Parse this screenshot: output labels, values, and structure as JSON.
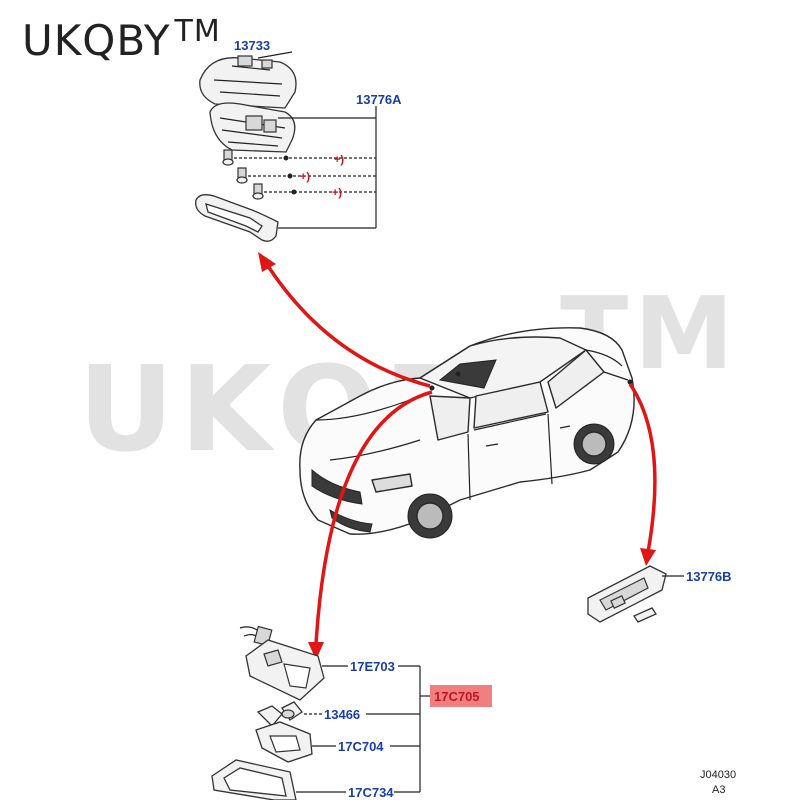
{
  "brand": {
    "name": "UKQBY",
    "tm": "TM"
  },
  "watermark": {
    "text": "UKQBY",
    "tm": "TM"
  },
  "labels": {
    "p13733": "13733",
    "p13776A": "13776A",
    "p13776B": "13776B",
    "p17E703": "17E703",
    "p17C705": "17C705",
    "p13466": "13466",
    "p17C704": "17C704",
    "p17C734": "17C734"
  },
  "plus_marks": [
    "+)",
    "+)",
    "+)"
  ],
  "reference": {
    "code": "J04030",
    "size": "A3"
  },
  "colors": {
    "label_blue": "#1a3fa3",
    "arrow_red": "#e01515",
    "highlight": "#f08080"
  }
}
